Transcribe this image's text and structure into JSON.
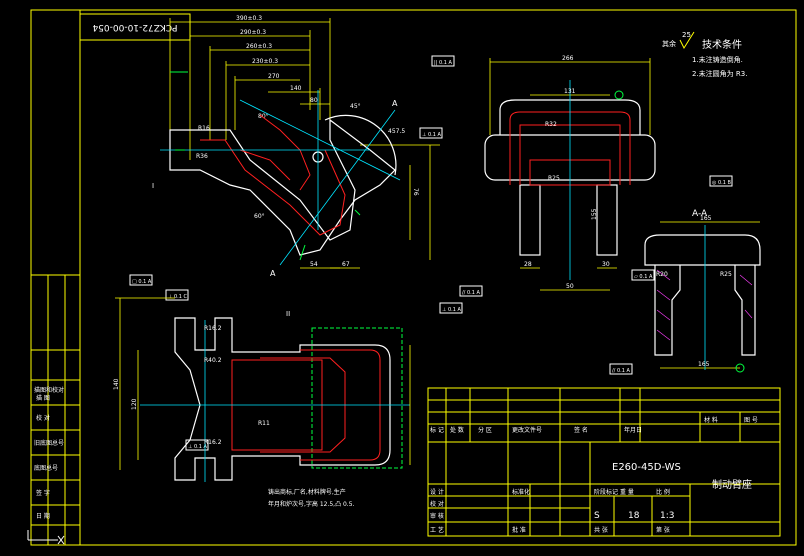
{
  "drawing": {
    "part_code": "PCKZ72-10-00-054",
    "drawing_number": "E260-45D-WS",
    "part_name": "制动臂座",
    "scale": "1:3",
    "material_mark": "S",
    "quantity": "18"
  },
  "tech_requirements": {
    "heading": "技术条件",
    "roughness_prefix": "其余",
    "roughness_value": "25",
    "items": [
      "1.未注铸造倒角.",
      "2.未注圆角为 R3."
    ]
  },
  "section_label": "A-A",
  "view_labels": {
    "a_top": "A",
    "a_bottom": "A",
    "detail_i": "I",
    "detail_ii": "II"
  },
  "note_cast": [
    "铸出商标,厂名,材料牌号,生产",
    "年月和炉次号,字高 12.5,凸 0.5."
  ],
  "dimensions": {
    "top_lengths": [
      "390±0.3",
      "290±0.3",
      "260±0.3",
      "230±0.3",
      "270",
      "140",
      "80"
    ],
    "angles": [
      "45°",
      "60°",
      "80°"
    ],
    "front_view": [
      "266",
      "131",
      "R32",
      "28",
      "30",
      "50",
      "155",
      "R25"
    ],
    "section_view": [
      "165",
      "R20",
      "R25",
      "165"
    ],
    "plan_view": [
      "140",
      "R16.2",
      "R16.2",
      "R40.2",
      "120",
      "R11"
    ],
    "misc": [
      "457.5",
      "76",
      "67",
      "54",
      "R16",
      "R36"
    ]
  },
  "tol_frames": [
    "|| 0.1 A",
    "⊥ 0.1 A",
    "◎ 0.1 B",
    "// 0.1 A",
    "⊥ 0.1 A",
    "□ 0.1 A",
    "⊥ 0.1 C",
    "▱ 0.1 A",
    "// 0.1 A",
    "⊥ 0.1 A"
  ],
  "left_strip_labels": [
    "描图和校对",
    "描 图",
    "校 对",
    "旧底图总号",
    "底图总号",
    "签 字",
    "日 期"
  ],
  "title_block": {
    "header_cols": [
      "标 记",
      "处 数",
      "分 区",
      "更改文件号",
      "签 名",
      "年月日"
    ],
    "role_rows": [
      "设 计",
      "校 对",
      "审 核",
      "工 艺"
    ],
    "approval_cols": [
      "标准化",
      "批 准"
    ],
    "stage_label": "阶段标记",
    "weight_label": "重 量",
    "scale_label": "比 例",
    "sheet_cols": [
      "共 张",
      "第 张"
    ],
    "right_cols": [
      "材 料",
      "图 号"
    ]
  },
  "colors": {
    "line": "#ffff00",
    "red": "#ff2020",
    "cyan": "#00e5ff",
    "green": "#00ff40",
    "white": "#ffffff",
    "magenta": "#ff40ff"
  }
}
